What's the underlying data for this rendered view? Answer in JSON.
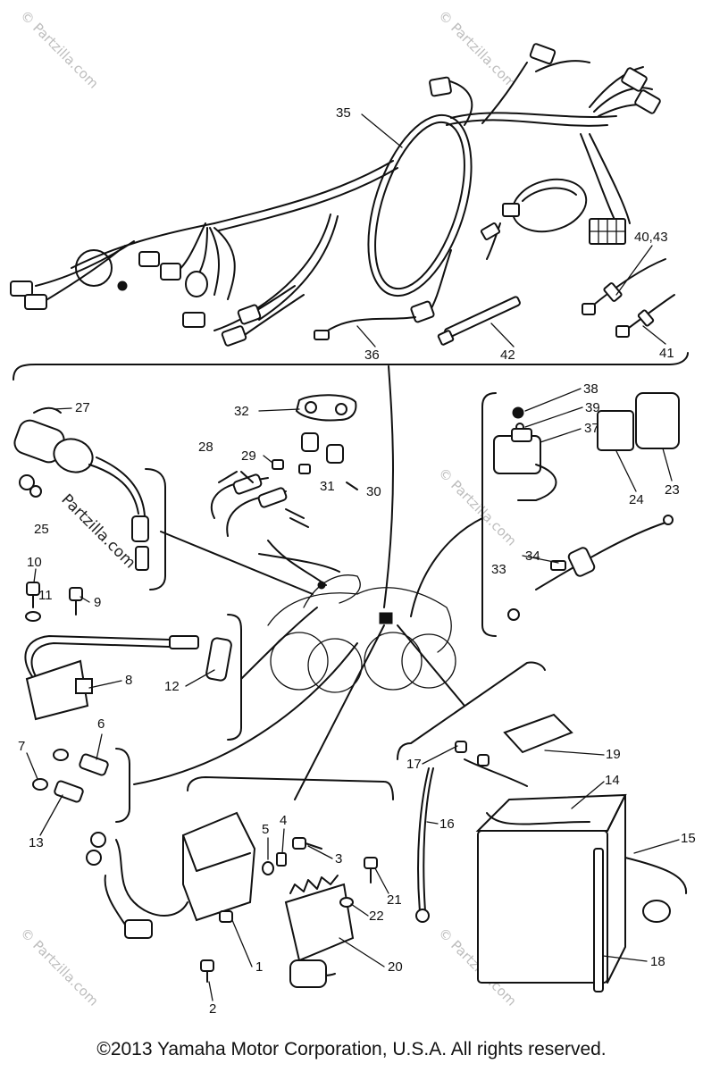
{
  "callouts": {
    "c1": "1",
    "c2": "2",
    "c3": "3",
    "c4": "4",
    "c5": "5",
    "c6": "6",
    "c7": "7",
    "c8": "8",
    "c9": "9",
    "c10": "10",
    "c11": "11",
    "c12": "12",
    "c13": "13",
    "c14": "14",
    "c15": "15",
    "c16": "16",
    "c17": "17",
    "c18": "18",
    "c19": "19",
    "c20": "20",
    "c21": "21",
    "c22": "22",
    "c23": "23",
    "c24": "24",
    "c25": "25",
    "c27": "27",
    "c28": "28",
    "c29": "29",
    "c30": "30",
    "c31": "31",
    "c32": "32",
    "c33": "33",
    "c34": "34",
    "c35": "35",
    "c36": "36",
    "c37": "37",
    "c38": "38",
    "c39": "39",
    "c40_43": "40,43",
    "c41": "41",
    "c42": "42"
  },
  "watermark": {
    "text": "© Partzilla.com",
    "inline_text": "Partzilla.com"
  },
  "copyright": "©2013 Yamaha Motor Corporation, U.S.A. All rights reserved."
}
